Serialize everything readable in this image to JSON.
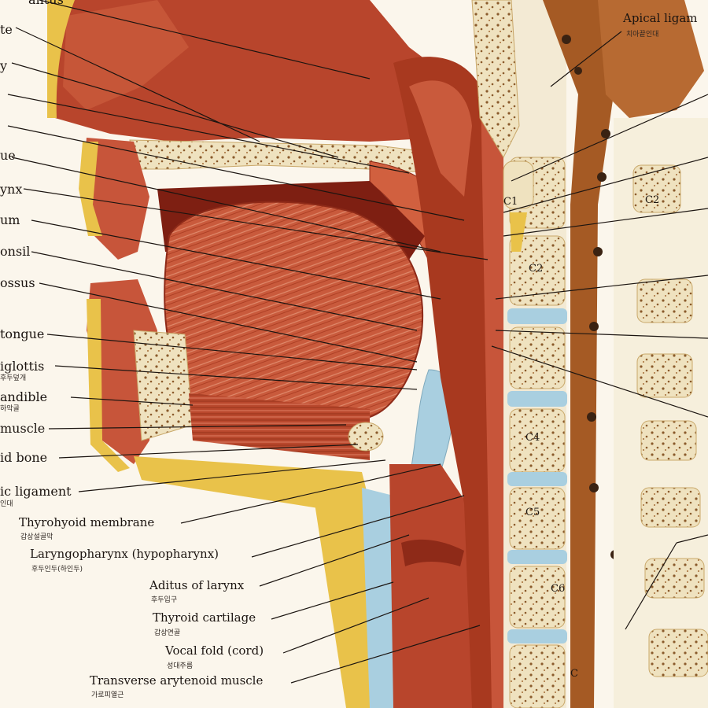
{
  "labels": {
    "l_top": "antus",
    "l_te": "te",
    "l_y": "y",
    "l_ue": "ue",
    "l_ynx": "ynx",
    "l_um": "um",
    "l_onsil": "onsil",
    "l_ossus": "ossus",
    "l_tongue": "tongue",
    "l_iglottis": "iglottis",
    "l_iglottis_ko": "후두덮개",
    "l_andible": "andible",
    "l_andible_ko": "하악골",
    "l_muscle": "muscle",
    "l_hyoid": "id bone",
    "l_ligament": "ic ligament",
    "l_ligament_ko": "인대",
    "l_thyrohyoid": "Thyrohyoid membrane",
    "l_thyrohyoid_ko": "갑상설골막",
    "l_laryngopharynx": "Laryngopharynx (hypopharynx)",
    "l_laryngopharynx_ko": "후두인두(하인두)",
    "l_aditus": "Aditus of larynx",
    "l_aditus_ko": "후두입구",
    "l_thyroid": "Thyroid cartilage",
    "l_thyroid_ko": "갑상연골",
    "l_vocal": "Vocal fold (cord)",
    "l_vocal_ko": "성대주름",
    "l_arytenoid": "Transverse arytenoid muscle",
    "l_arytenoid_ko": "가로피열근",
    "l_apical": "Apical ligam",
    "l_apical_ko": "치아끝인대",
    "v_c1": "C1",
    "v_c2": "C2",
    "v_c5": "C5",
    "v_c6": "C6",
    "v_c7": "C",
    "v_ca": "C4"
  },
  "colors": {
    "muscle": "#b8452c",
    "muscle_dark": "#8e2a18",
    "muscle_light": "#d96f52",
    "bone": "#efe2bf",
    "bone_dot": "#8a5a2b",
    "fat": "#e9c24a",
    "cartilage": "#a9cfe0",
    "spinal": "#a55a24",
    "background": "#fbf6ec"
  }
}
